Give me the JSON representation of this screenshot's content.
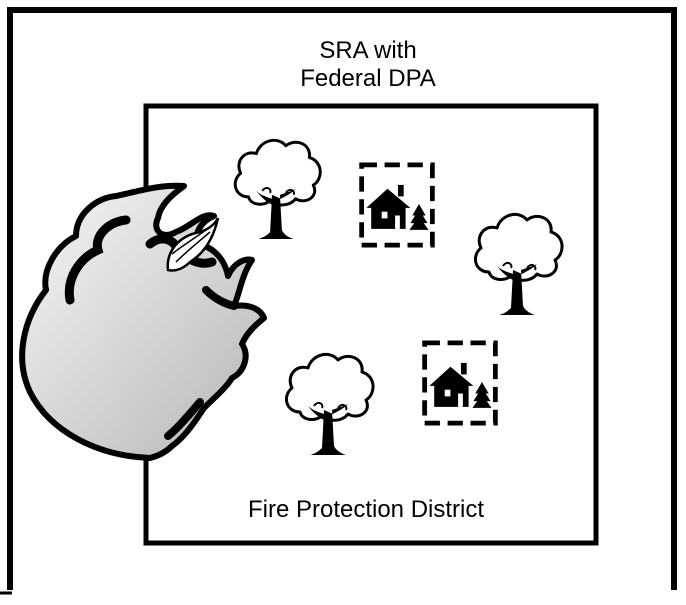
{
  "outer_label": {
    "line1": "SRA with",
    "line2": "Federal DPA"
  },
  "inner_label": "Fire Protection District",
  "colors": {
    "stroke": "#000000",
    "background": "#ffffff",
    "fire_fill_light": "#f2f2f2",
    "fire_fill_dark": "#b8b8b8"
  },
  "icons": [
    "fire-icon",
    "tree-icon",
    "house-icon"
  ]
}
